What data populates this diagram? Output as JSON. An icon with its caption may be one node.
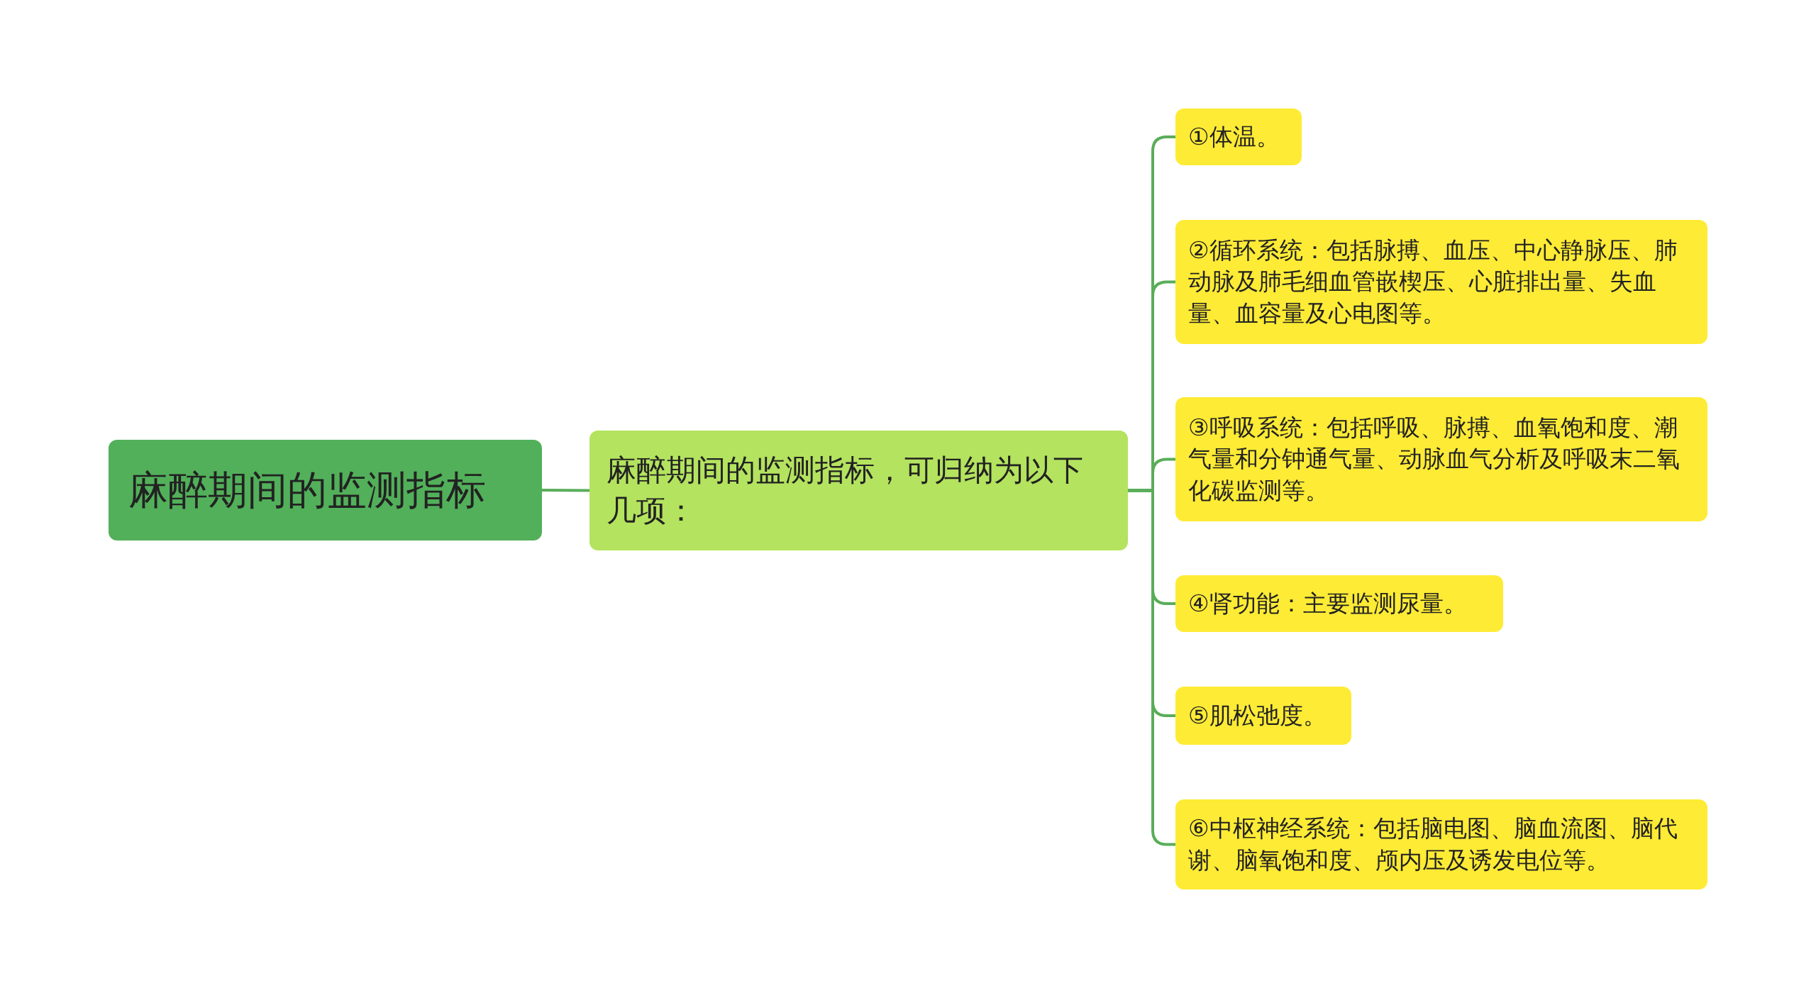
{
  "diagram": {
    "nodes": [
      {
        "text": [
          "麻醉期间的监测指标"
        ]
      },
      {
        "text": [
          "麻醉期间的监测指标，可归纳为以下几项："
        ]
      },
      {
        "text": [
          "①体温。"
        ]
      },
      {
        "text": [
          "②循环系统：包括脉搏、血压、中心静脉压、肺动脉及肺毛细血管嵌楔压、心脏排出量、失血量、血容量及心电图等。"
        ]
      },
      {
        "text": [
          "③呼吸系统：包括呼吸、脉搏、血氧饱和度、潮气量和分钟通气量、动脉血气分析及呼吸末二氧化碳监测等。"
        ]
      },
      {
        "text": [
          "④肾功能：主要监测尿量。"
        ]
      },
      {
        "text": [
          "⑤肌松弛度。"
        ]
      },
      {
        "text": [
          "⑥中枢神经系统：包括脑电图、脑血流图、脑代谢、脑氧饱和度、颅内压及诱发电位等。"
        ]
      }
    ],
    "edges": [
      {
        "from": 0,
        "to": 1,
        "arrow": "none"
      },
      {
        "from": 1,
        "to": 2,
        "arrow": "none"
      },
      {
        "from": 1,
        "to": 3,
        "arrow": "none"
      },
      {
        "from": 1,
        "to": 4,
        "arrow": "none"
      },
      {
        "from": 1,
        "to": 5,
        "arrow": "none"
      },
      {
        "from": 1,
        "to": 6,
        "arrow": "none"
      },
      {
        "from": 1,
        "to": 7,
        "arrow": "none"
      }
    ]
  }
}
